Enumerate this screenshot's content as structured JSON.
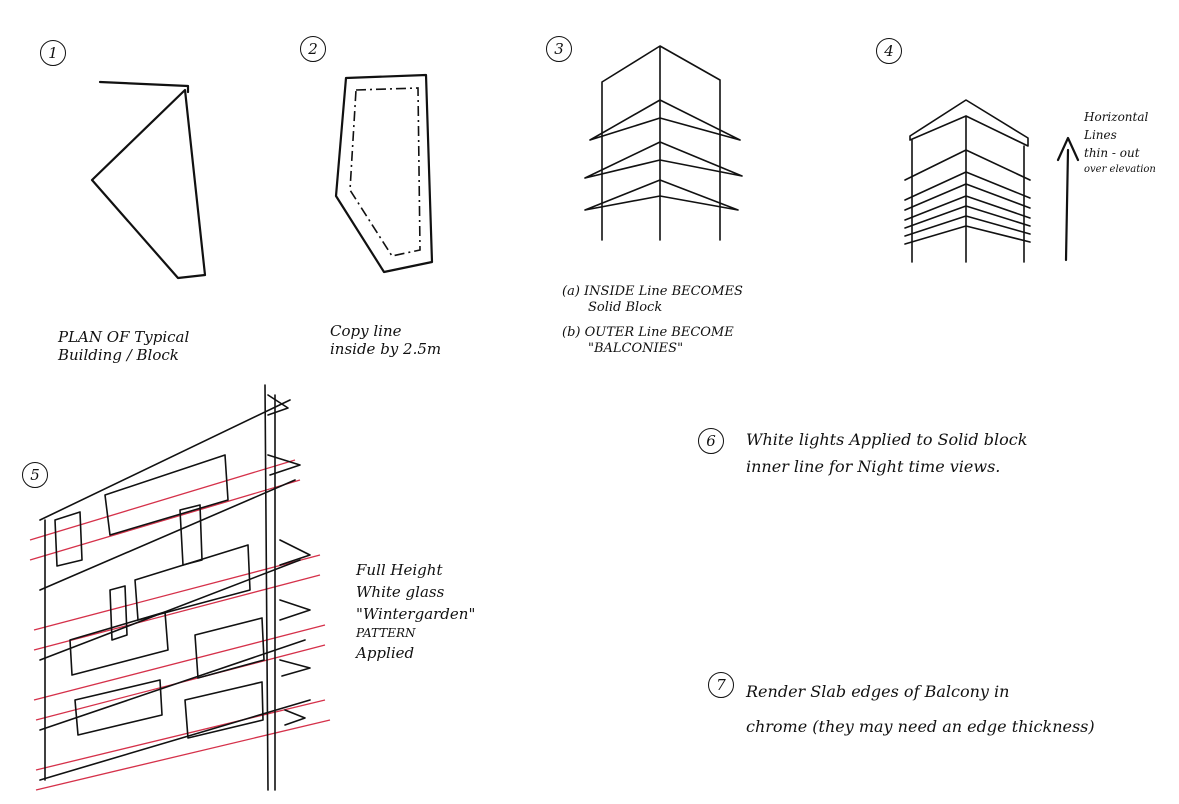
{
  "steps": [
    {
      "num": "1",
      "caption": [
        "PLAN OF Typical",
        "Building / Block"
      ]
    },
    {
      "num": "2",
      "caption": [
        "Copy line",
        "inside by 2.5m"
      ]
    },
    {
      "num": "3",
      "caption": [
        "(a) INSIDE Line BECOMES",
        "Solid Block",
        "(b) OUTER Line BECOME",
        "\"BALCONIES\""
      ]
    },
    {
      "num": "4",
      "caption": [
        "Horizontal",
        "Lines",
        "thin - out",
        "over elevation"
      ]
    },
    {
      "num": "5",
      "caption": [
        "Full Height",
        "White glass",
        "\"Wintergarden\"",
        "PATTERN",
        "Applied"
      ]
    },
    {
      "num": "6",
      "caption": [
        "White lights Applied to Solid block",
        "inner line for Night time views."
      ]
    },
    {
      "num": "7",
      "caption": [
        "Render Slab edges of Balcony in",
        "chrome (they may need an edge thickness)"
      ]
    }
  ]
}
